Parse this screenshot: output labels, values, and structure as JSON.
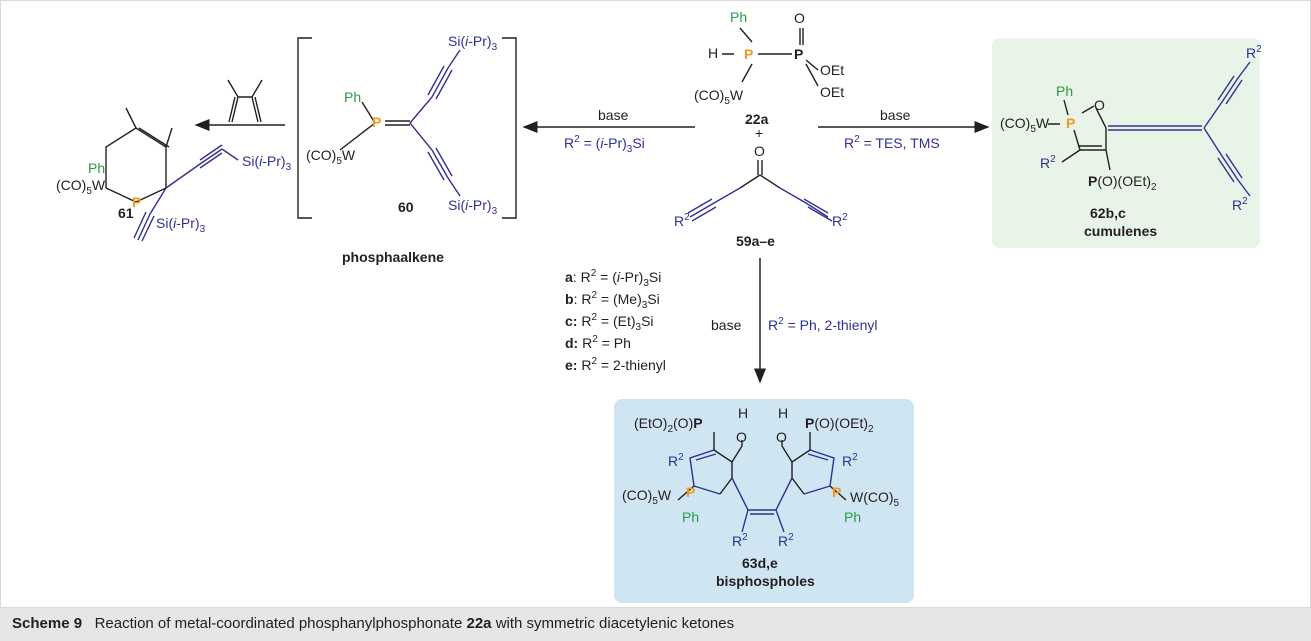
{
  "caption": {
    "scheme_label": "Scheme 9",
    "text_before": "Reaction of metal-coordinated phosphanylphosphonate",
    "compound": "22a",
    "text_after": "with symmetric diacetylenic ketones"
  },
  "labels": {
    "c61": "61",
    "c60": "60",
    "c22a": "22a",
    "c59": "59a–e",
    "c62": "62b,c",
    "c63": "63d,e",
    "phosphaalkene": "phosphaalkene",
    "cumulenes": "cumulenes",
    "bisphospholes": "bisphospholes",
    "plus": "+"
  },
  "arrows": {
    "left_top": "base",
    "left_bottom_pre": "R",
    "left_bottom_post": " = (i-Pr)",
    "left_bottom_tail": "Si",
    "right_top": "base",
    "right_bottom_pre": "R",
    "right_bottom_post": " = TES, TMS",
    "down_left": "base",
    "down_right_pre": "R",
    "down_right_post": " = Ph, 2-thienyl"
  },
  "substituents": [
    {
      "letter": "a",
      "value": " = (i-Pr)3Si"
    },
    {
      "letter": "b",
      "value": " = (Me)3Si"
    },
    {
      "letter": "c",
      "value": " = (Et)3Si"
    },
    {
      "letter": "d",
      "value": " = Ph"
    },
    {
      "letter": "e",
      "value": " = 2-thienyl"
    }
  ],
  "atoms": {
    "ph": "Ph",
    "h": "H",
    "p": "P",
    "o": "O",
    "oet": "OEt",
    "w": "(CO)5W",
    "wr": "W(CO)5",
    "r2": "R2",
    "si": "Si(i-Pr)3",
    "pooet": "P(O)(OEt)2",
    "etop": "(EtO)2(O)P"
  },
  "colors": {
    "phosphorus": "#f39a1e",
    "substituent": "#2e3192",
    "phenyl": "#2a9a47",
    "cumulene_box": "#e8f4e8",
    "bisphosphole_box": "#cfe6f2",
    "caption_bg": "#e5e6e7"
  }
}
